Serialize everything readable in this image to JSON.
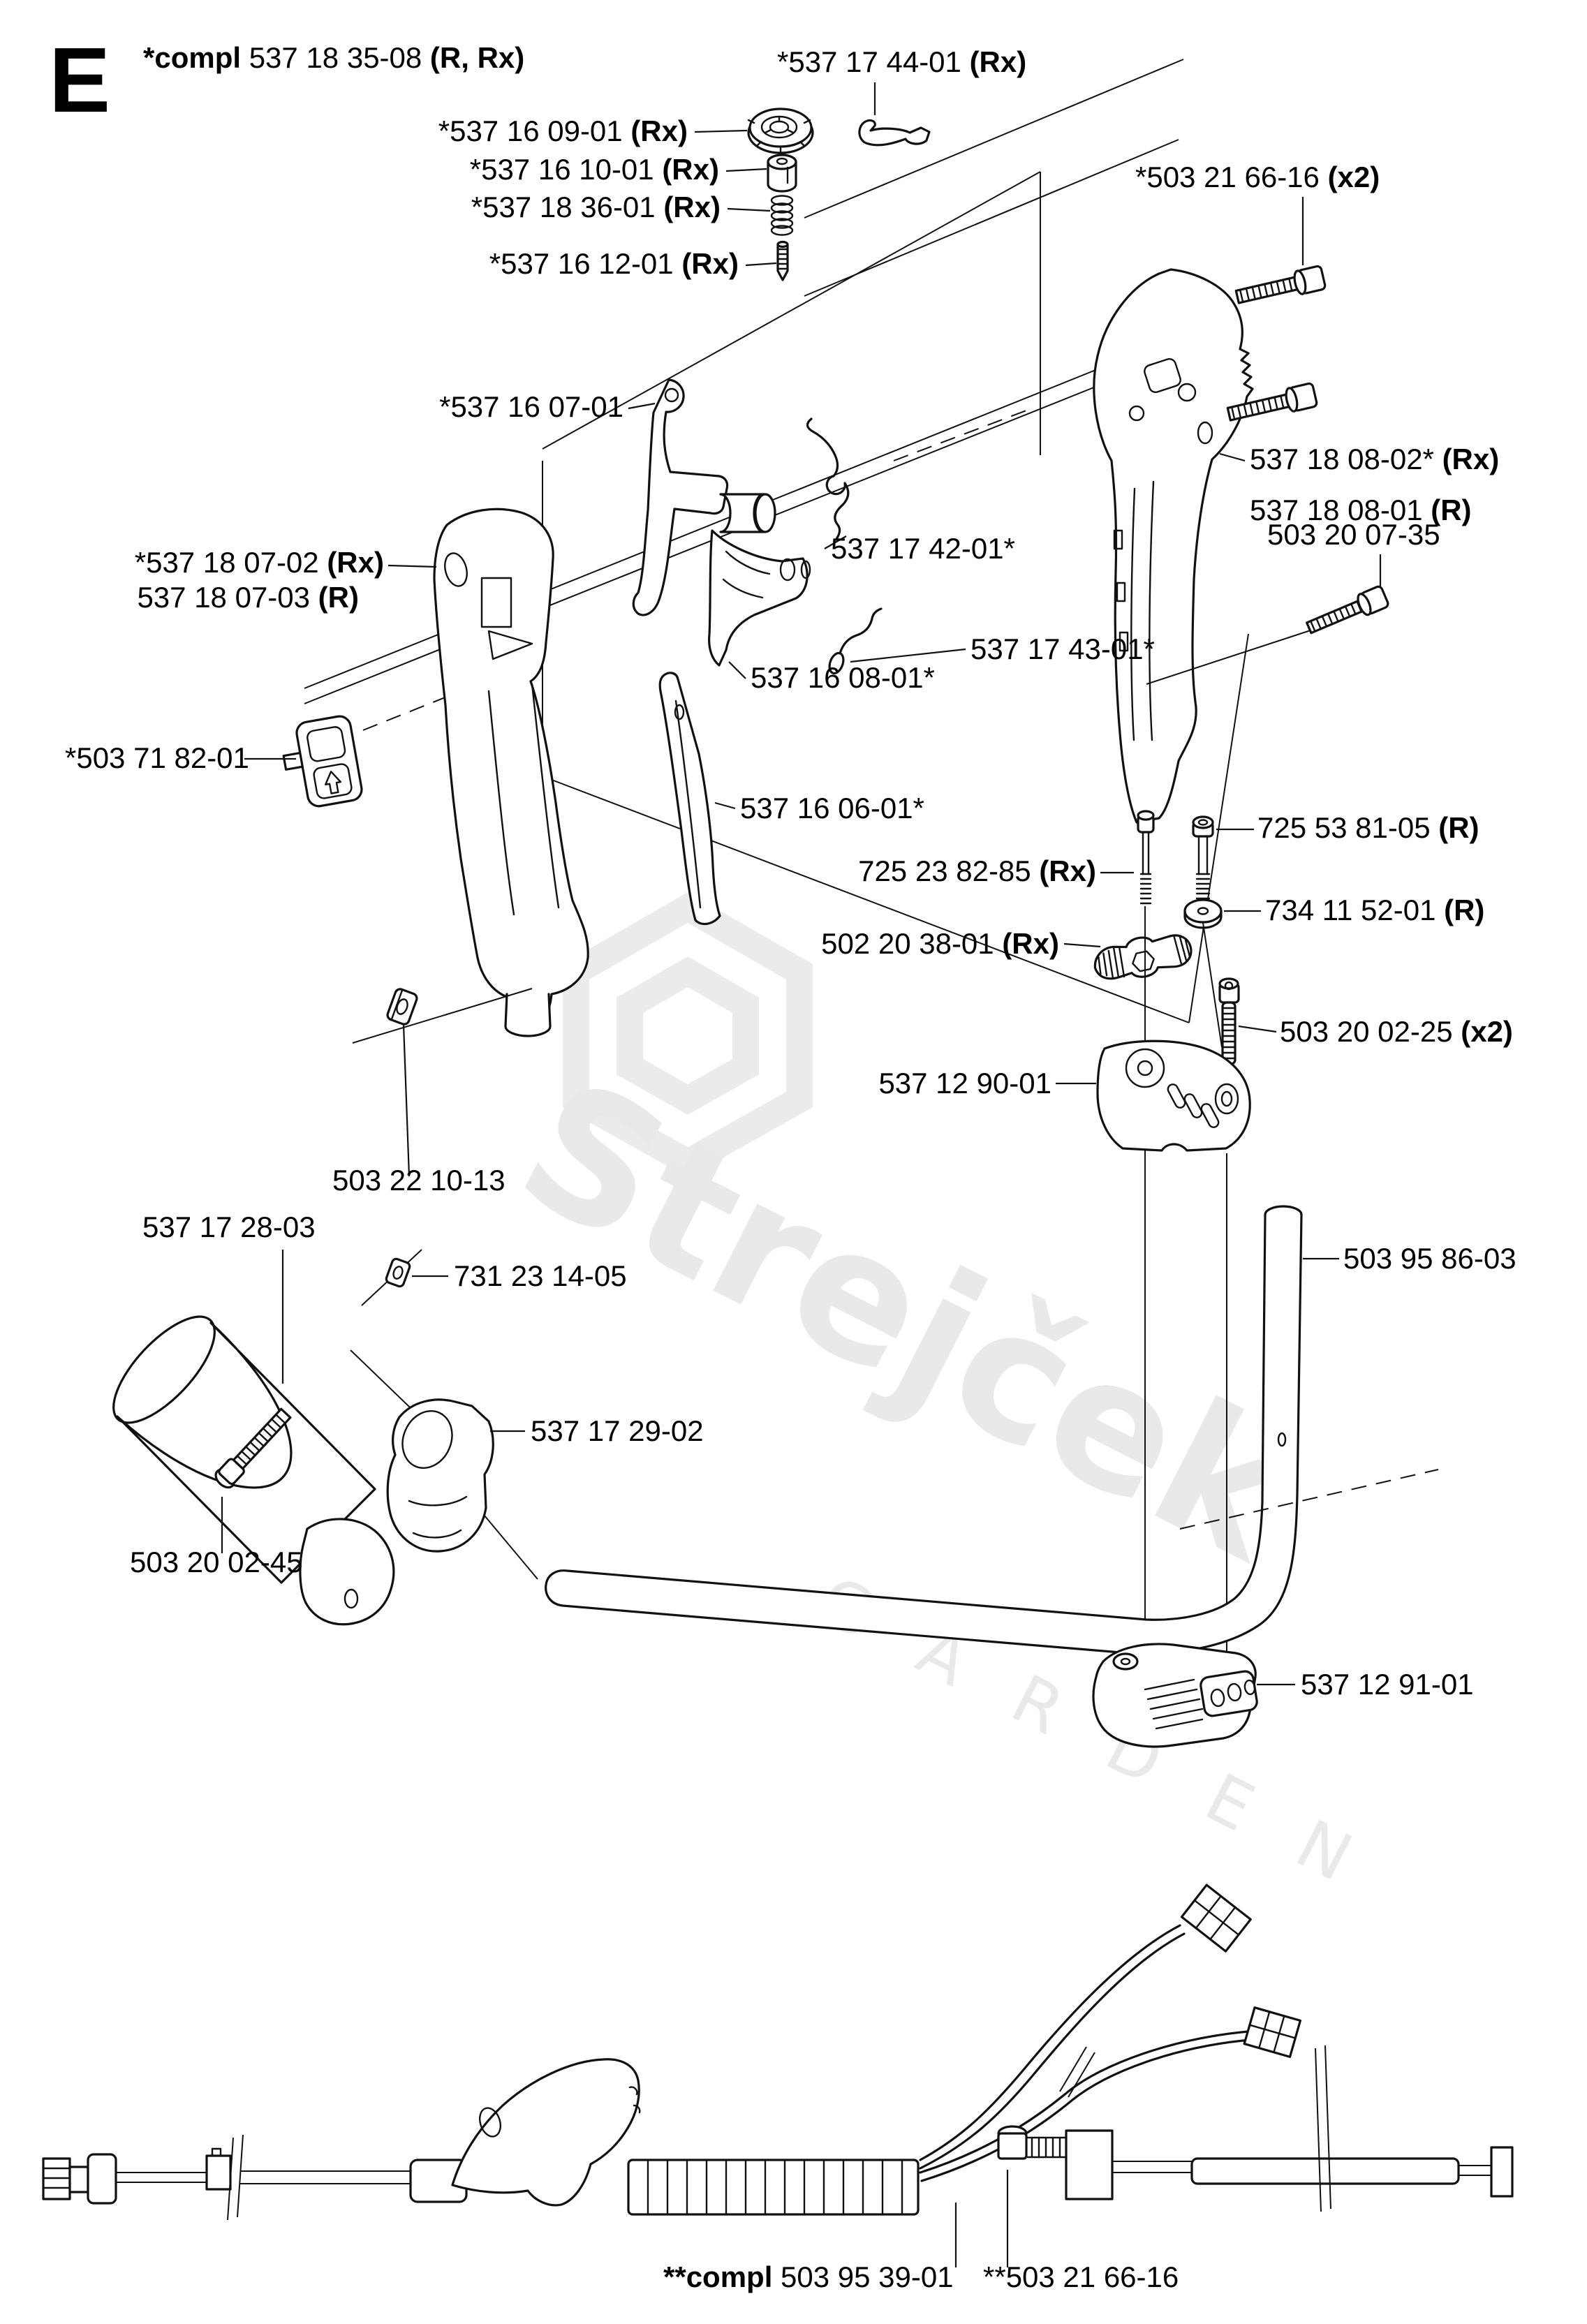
{
  "header": {
    "letter": "E",
    "compl_prefix": "*compl ",
    "compl_number": "537 18 35-08",
    "compl_suffix": "  (R, Rx)"
  },
  "watermark": {
    "brand": "Strejček",
    "sub": "G A R D E N",
    "color": "#e9e9e9"
  },
  "line_color": "#111111",
  "labels": {
    "l_17_44": {
      "num": "*537 17 44-01",
      "suffix": " (Rx)"
    },
    "l_16_09": {
      "num": "*537 16 09-01",
      "suffix": " (Rx)"
    },
    "l_16_10": {
      "num": "*537 16 10-01",
      "suffix": " (Rx)"
    },
    "l_18_36": {
      "num": "*537 18 36-01",
      "suffix": " (Rx)"
    },
    "l_16_12": {
      "num": "*537 16 12-01",
      "suffix": " (Rx)"
    },
    "l_21_66": {
      "num": "*503 21 66-16",
      "suffix": " (x2)"
    },
    "l_16_07": {
      "num": "*537 16 07-01",
      "suffix": ""
    },
    "l_18_08a": {
      "num": "537 18 08-02*",
      "suffix": " (Rx)"
    },
    "l_18_08b": {
      "num": "537 18 08-01",
      "suffix": " (R)"
    },
    "l_20_07": {
      "num": "503 20 07-35",
      "suffix": ""
    },
    "l_18_07a": {
      "num": "*537 18 07-02",
      "suffix": " (Rx)"
    },
    "l_18_07b": {
      "num": "537 18 07-03",
      "suffix": " (R)"
    },
    "l_17_42": {
      "num": "537 17 42-01*",
      "suffix": ""
    },
    "l_16_08": {
      "num": "537 16 08-01*",
      "suffix": ""
    },
    "l_17_43": {
      "num": "537 17 43-01*",
      "suffix": ""
    },
    "l_16_06": {
      "num": "537 16 06-01*",
      "suffix": ""
    },
    "l_71_82": {
      "num": "*503 71 82-01",
      "suffix": ""
    },
    "l_23_82": {
      "num": "725 23 82-85",
      "suffix": " (Rx)"
    },
    "l_53_81": {
      "num": "725 53 81-05",
      "suffix": " (R)"
    },
    "l_11_52": {
      "num": "734 11 52-01",
      "suffix": " (R)"
    },
    "l_20_38": {
      "num": "502 20 38-01",
      "suffix": " (Rx)"
    },
    "l_02_25": {
      "num": "503 20 02-25",
      "suffix": " (x2)"
    },
    "l_12_90": {
      "num": "537 12 90-01",
      "suffix": ""
    },
    "l_22_10": {
      "num": "503 22 10-13",
      "suffix": ""
    },
    "l_17_28": {
      "num": "537 17 28-03",
      "suffix": ""
    },
    "l_95_86": {
      "num": "503 95 86-03",
      "suffix": ""
    },
    "l_731": {
      "num": "731 23 14-05",
      "suffix": ""
    },
    "l_17_29": {
      "num": "537 17 29-02",
      "suffix": ""
    },
    "l_02_45": {
      "num": "503 20 02-45",
      "suffix": ""
    },
    "l_12_91": {
      "num": "537 12 91-01",
      "suffix": ""
    }
  },
  "footer": {
    "compl_prefix": "**compl ",
    "compl_number": "503 95 39-01",
    "second_number": "**503 21 66-16"
  }
}
